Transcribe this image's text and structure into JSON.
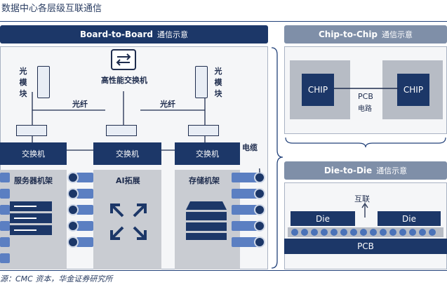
{
  "title": "数据中心各层级互联通信",
  "board": {
    "header": "Board-to-Board",
    "header_sub": "通信示意",
    "center_switch": "高性能交换机",
    "optical_module_left": "光模块",
    "optical_module_right": "光模块",
    "fiber_left": "光纤",
    "fiber_right": "光纤",
    "cable": "电缆",
    "switch_label_1": "交换机",
    "switch_label_2": "交换机",
    "switch_label_3": "交换机",
    "rack_1": "服务器机架",
    "rack_2": "AI拓展",
    "rack_3": "存储机架"
  },
  "chip": {
    "header": "Chip-to-Chip",
    "header_sub": "通信示意",
    "chip_left": "CHIP",
    "chip_right": "CHIP",
    "pcb_label": "PCB",
    "pcb_sub": "电路"
  },
  "die": {
    "header": "Die-to-Die",
    "header_sub": "通信示意",
    "interconnect": "互联",
    "die_left": "Die",
    "die_right": "Die",
    "pcb": "PCB"
  },
  "source": "源：CMC 资本，华金证券研究所",
  "colors": {
    "navy": "#1c3768",
    "accent": "#4a72b8",
    "grey": "#c9ccd2"
  }
}
